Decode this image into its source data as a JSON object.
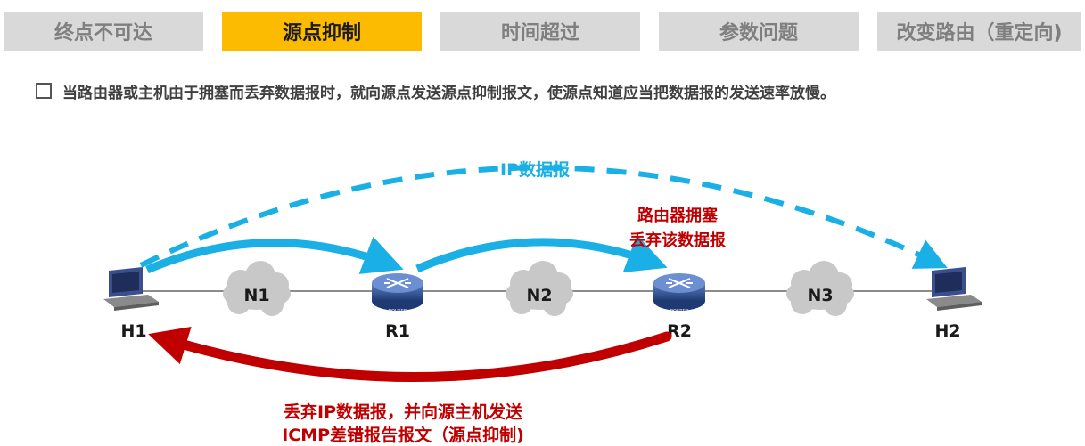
{
  "tabs": [
    {
      "label": "终点不可达",
      "active": false
    },
    {
      "label": "源点抑制",
      "active": true
    },
    {
      "label": "时间超过",
      "active": false
    },
    {
      "label": "参数问题",
      "active": false
    },
    {
      "label": "改变路由（重定向)",
      "active": false
    }
  ],
  "description": "当路由器或主机由于拥塞而丢弃数据报时，就向源点发送源点抑制报文，使源点知道应当把数据报的发送速率放慢。",
  "diagram": {
    "nodes": {
      "h1": "H1",
      "r1": "R1",
      "r2": "R2",
      "h2": "H2",
      "n1": "N1",
      "n2": "N2",
      "n3": "N3",
      "router_badge": "ROUTER"
    },
    "ip_datagram_label": "IP数据报",
    "congestion_label_line1": "路由器拥塞",
    "congestion_label_line2": "丢弃该数据报",
    "icmp_label_line1": "丢弃IP数据报，并向源主机发送",
    "icmp_label_line2": "ICMP差错报告报文（源点抑制)"
  },
  "colors": {
    "active_tab": "#fdbb00",
    "inactive_tab": "#d9d9d9",
    "blue_arrow": "#1ab0e6",
    "red_arrow": "#c00000",
    "cloud": "#c8c8c8",
    "router": "#2f4d8c"
  }
}
